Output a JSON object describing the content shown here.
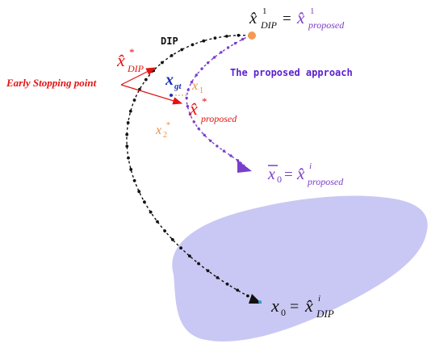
{
  "colors": {
    "dip_path": "#111111",
    "proposed_path": "#7a3fc8",
    "region_fill": "#c9c8f4",
    "early_stop": "#e31313",
    "xgt": "#1c2fb8",
    "estimate": "#f28c3a",
    "start_point": "#f29a55",
    "target_dot": "#3a9bd6"
  },
  "labels": {
    "dip": "DIP",
    "proposed_approach": "The proposed approach",
    "early_stopping": "Early Stopping point",
    "top_left_x": "x̂",
    "top_left_sup": "1",
    "top_left_sub": "DIP",
    "top_equals": "=",
    "top_right_x": "x̂",
    "top_right_sup": "1",
    "top_right_sub": "proposed",
    "dip_star_x": "x̂",
    "dip_star_sup": "*",
    "dip_star_sub": "DIP",
    "xgt_x": "x",
    "xgt_sub": "gt",
    "x1_x": "x",
    "x1_sub": "1",
    "x2_x": "x",
    "x2_sub": "2",
    "x2_sup": "*",
    "prop_star_x": "x̂",
    "prop_star_sup": "*",
    "prop_star_sub": "proposed",
    "xbar_x": "x",
    "xbar_sub": "0",
    "xbar_equals": "=",
    "xbar_rhs_x": "x̂",
    "xbar_rhs_sup": "i",
    "xbar_rhs_sub": "proposed",
    "x0_x": "x",
    "x0_sub": "0",
    "x0_equals": "=",
    "x0_rhs_x": "x̂",
    "x0_rhs_sup": "i",
    "x0_rhs_sub": "DIP"
  }
}
